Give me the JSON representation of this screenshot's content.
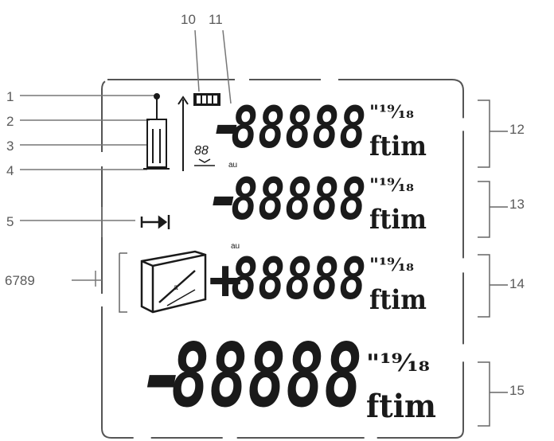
{
  "callouts": {
    "c1": "1",
    "c2": "2",
    "c3": "3",
    "c4": "4",
    "c5": "5",
    "c6789": "6789",
    "c10": "10",
    "c11": "11",
    "c12": "12",
    "c13": "13",
    "c14": "14",
    "c15": "15"
  },
  "display": {
    "rows": [
      {
        "sign": "-",
        "digits": "88888",
        "frac": "\"¹⁹⁄₁₈",
        "unit": "ftim"
      },
      {
        "sign": "-",
        "digits": "88888",
        "frac": "\"¹⁹⁄₁₈",
        "unit": "ftim"
      },
      {
        "sign": "+",
        "digits": "88888",
        "frac": "\"¹⁹⁄₁₈",
        "unit": "ftim"
      },
      {
        "sign": "-",
        "digits": "88888",
        "frac": "\"¹⁹⁄₁₈",
        "unit": "ftim"
      }
    ],
    "timer_digits": "88",
    "small_label": "au"
  }
}
